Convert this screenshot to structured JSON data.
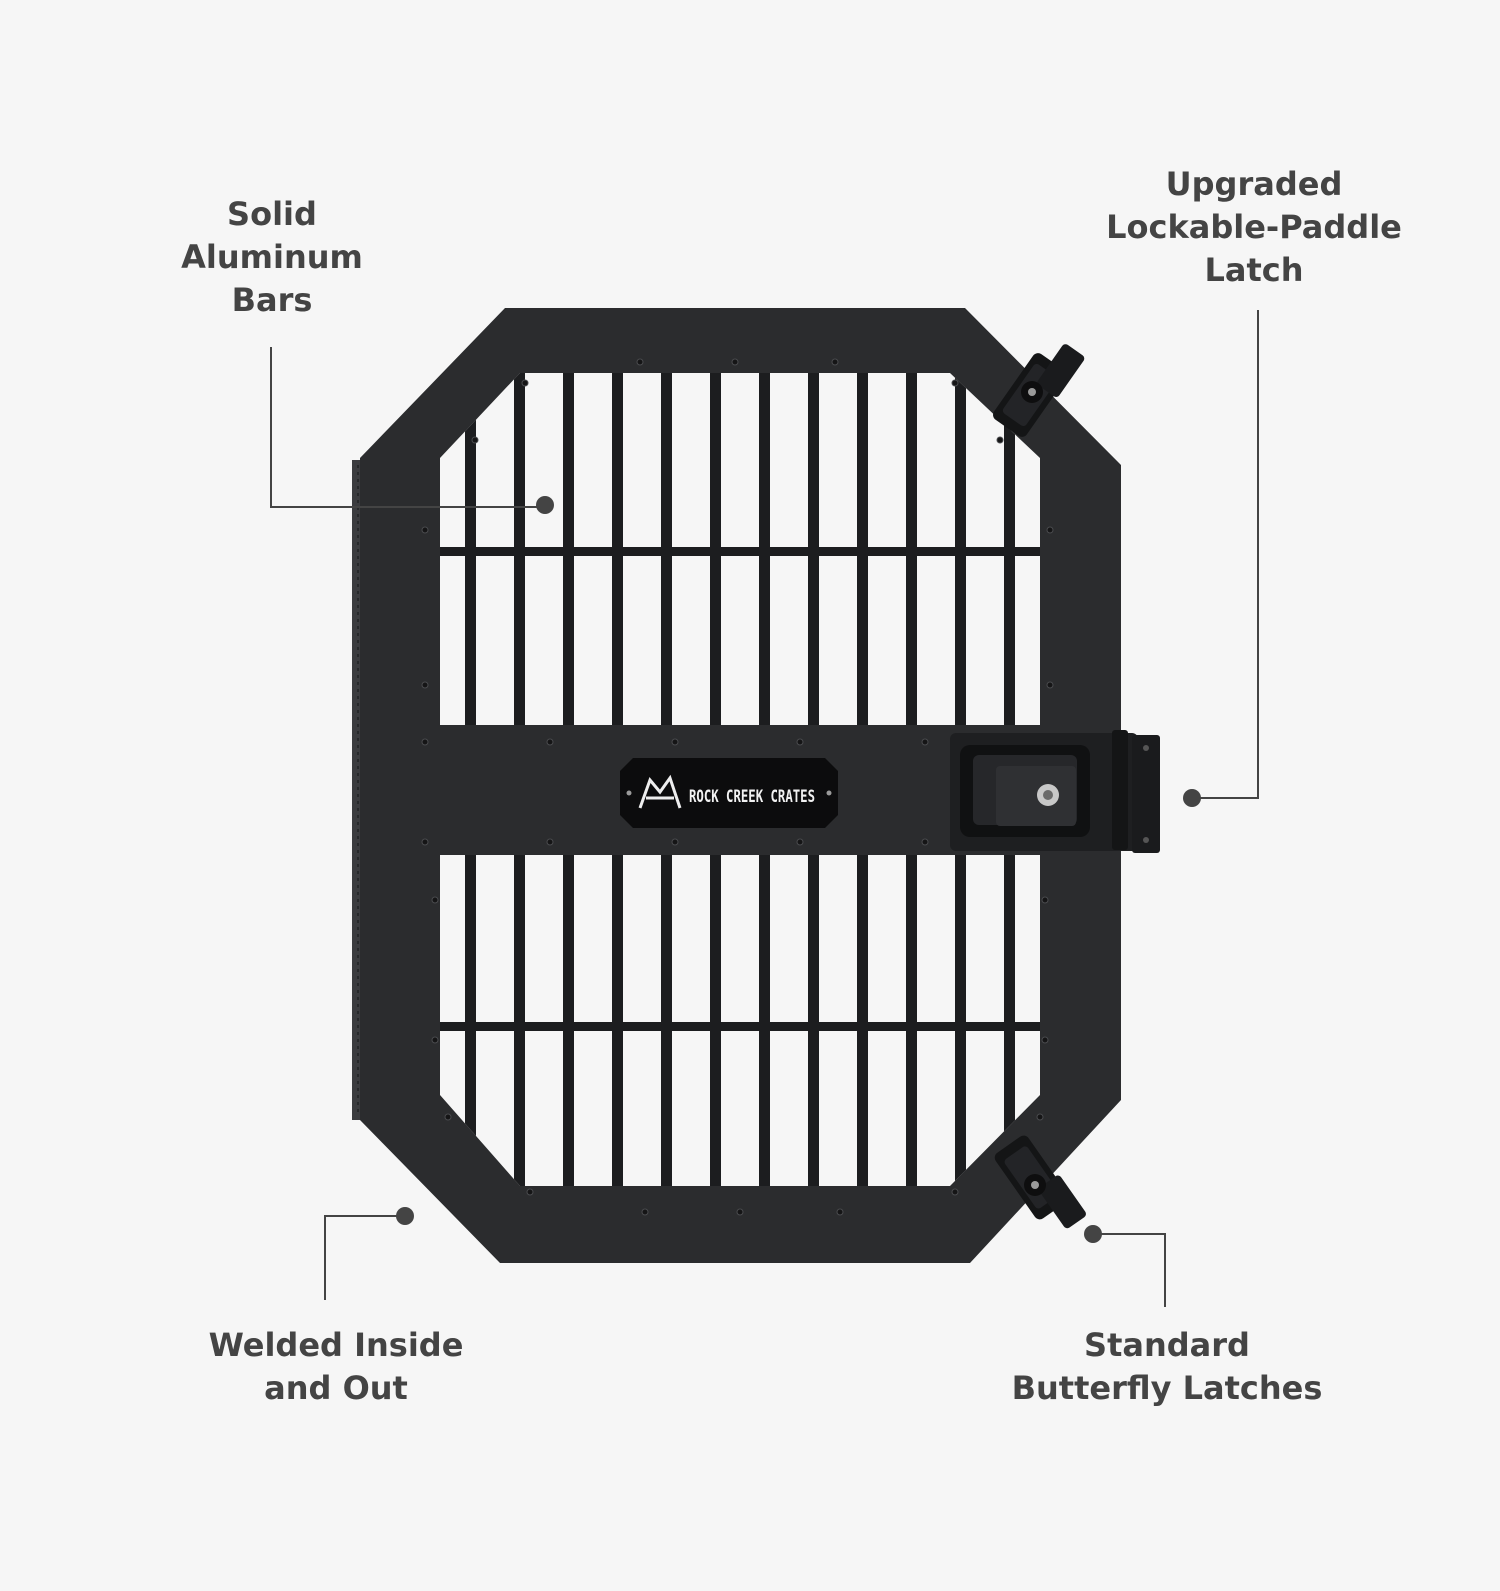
{
  "callouts": {
    "solid_bars": {
      "lines": [
        "Solid",
        "Aluminum",
        "Bars"
      ]
    },
    "paddle_latch": {
      "lines": [
        "Upgraded",
        "Lockable-Paddle",
        "Latch"
      ]
    },
    "welded": {
      "lines": [
        "Welded Inside",
        "and Out"
      ]
    },
    "butterfly_latches": {
      "lines": [
        "Standard",
        "Butterfly Latches"
      ]
    }
  },
  "product": {
    "badge_text": "ROCK CREEK CRATES"
  },
  "colors": {
    "background": "#f6f6f6",
    "text": "#444444",
    "line": "#444444",
    "door": "#2b2c2e",
    "bars": "#1c1d1f"
  }
}
